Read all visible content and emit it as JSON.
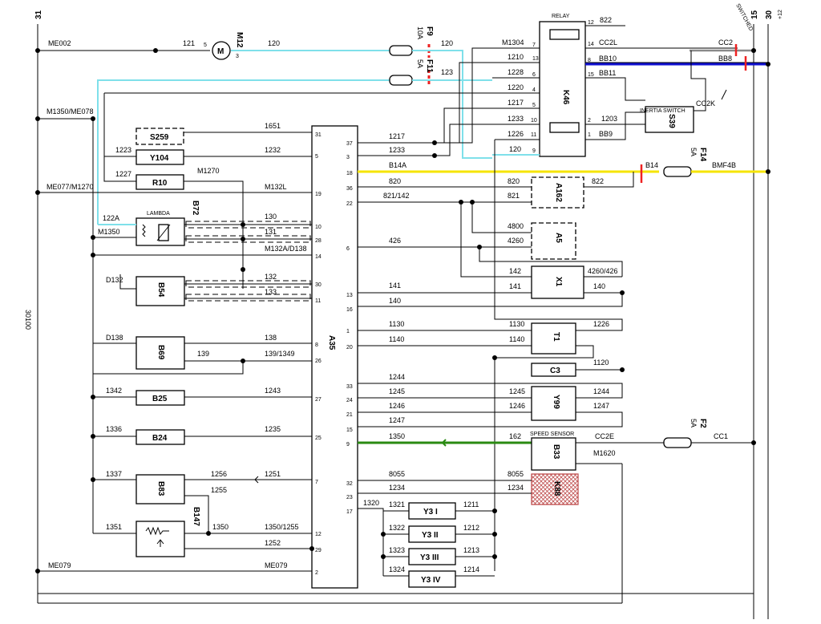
{
  "colors": {
    "cyan": "#7fe0ea",
    "blue": "#1010d0",
    "yellow": "#f5e400",
    "green": "#2a8a12",
    "red": "#ee2222",
    "grey": "#8a8a8a",
    "hatch": "#c05050"
  },
  "rails": {
    "left": "31",
    "r15": "15",
    "r15_sub": "SWITCHED",
    "r30": "30",
    "r30_sub": "+12",
    "left_vertical": "30100"
  },
  "components": {
    "M12": "M12",
    "M12_symbol": "M",
    "F9": "F9",
    "F9_rating": "10A",
    "F11": "F11",
    "F11_rating": "5A",
    "F14": "F14",
    "F14_rating": "5A",
    "F2": "F2",
    "F2_rating": "5A",
    "RELAY": "RELAY",
    "K46": "K46",
    "S39": "S39",
    "S39_title": "INERTIA SWITCH",
    "A35": "A35",
    "A162": "A162",
    "A5": "A5",
    "X1": "X1",
    "T1": "T1",
    "C3": "C3",
    "Y99": "Y99",
    "B33": "B33",
    "B33_title": "SPEED SENSOR",
    "K88": "K88",
    "S259": "S259",
    "Y104": "Y104",
    "R10": "R10",
    "B72": "B72",
    "LAMBDA": "LAMBDA",
    "B54": "B54",
    "B69": "B69",
    "B25": "B25",
    "B24": "B24",
    "B83": "B83",
    "B147": "B147",
    "Y3_I": "Y3 I",
    "Y3_II": "Y3 II",
    "Y3_III": "Y3 III",
    "Y3_IV": "Y3 IV"
  },
  "wires": {
    "ME002": "ME002",
    "w121": "121",
    "w120a": "120",
    "w120b": "120",
    "w123": "123",
    "M1304": "M1304",
    "w1210": "1210",
    "w1228": "1228",
    "w1220": "1220",
    "w1217r": "1217",
    "w1233r": "1233",
    "w1226": "1226",
    "w120c": "120",
    "w822a": "822",
    "CC2L": "CC2L",
    "BB10": "BB10",
    "BB11": "BB11",
    "w1203": "1203",
    "BB9": "BB9",
    "CC2": "CC2",
    "BB8": "BB8",
    "CC2K": "CC2K",
    "M1350ME078": "M1350/ME078",
    "w1651": "1651",
    "w1223": "1223",
    "w1232": "1232",
    "w1227": "1227",
    "M1270": "M1270",
    "ME077M1270": "ME077/M1270",
    "M132L": "M132L",
    "w122A": "122A",
    "M1350": "M1350",
    "w130": "130",
    "w131": "131",
    "M132AD138": "M132A/D138",
    "D132": "D132",
    "w132": "132",
    "w133": "133",
    "D138": "D138",
    "w138": "138",
    "w139": "139",
    "w139_1349": "139/1349",
    "w1342": "1342",
    "w1243": "1243",
    "w1336": "1336",
    "w1235": "1235",
    "w1337": "1337",
    "w1256": "1256",
    "w1255": "1255",
    "w1251": "1251",
    "w1351": "1351",
    "w1350b": "1350",
    "w1350_1255": "1350/1255",
    "w1252": "1252",
    "ME079a": "ME079",
    "ME079b": "ME079",
    "w1217": "1217",
    "w1233": "1233",
    "B14A": "B14A",
    "w820": "820",
    "w821_142": "821/142",
    "w426": "426",
    "w141": "141",
    "w140": "140",
    "w1130": "1130",
    "w1140": "1140",
    "w1244": "1244",
    "w1245": "1245",
    "w1246": "1246",
    "w1247": "1247",
    "w1350": "1350",
    "w8055": "8055",
    "w1234": "1234",
    "w1320": "1320",
    "w820b": "820",
    "w821": "821",
    "w822b": "822",
    "B14": "B14",
    "BMF4B": "BMF4B",
    "w4800": "4800",
    "w4260": "4260",
    "w142": "142",
    "w4260_426": "4260/426",
    "w141b": "141",
    "w140b": "140",
    "w1130b": "1130",
    "w1140b": "1140",
    "w1226b": "1226",
    "w1120": "1120",
    "w1245b": "1245",
    "w1246b": "1246",
    "w1244b": "1244",
    "w1247b": "1247",
    "w162": "162",
    "CC2E": "CC2E",
    "M1620": "M1620",
    "CC1": "CC1",
    "w8055b": "8055",
    "w1234b": "1234",
    "w1321": "1321",
    "w1322": "1322",
    "w1323": "1323",
    "w1324": "1324",
    "w1211": "1211",
    "w1212": "1212",
    "w1213": "1213",
    "w1214": "1214"
  },
  "pins": {
    "p31": "31",
    "p5": "5",
    "p10": "10",
    "p37": "37",
    "p3a": "3",
    "p18": "18",
    "p36": "36",
    "p22": "22",
    "p6": "6",
    "p13": "13",
    "p16": "16",
    "p1": "1",
    "p20": "20",
    "p33": "33",
    "p24": "24",
    "p21": "21",
    "p15": "15",
    "p9": "9",
    "p32": "32",
    "p23": "23",
    "p17": "17",
    "p3b": "3",
    "p5b": "5",
    "p19": "19",
    "p10b": "10",
    "p28": "28",
    "p14": "14",
    "p30": "30",
    "p11": "11",
    "p8": "8",
    "p26": "26",
    "p27": "27",
    "p25": "25",
    "p7": "7",
    "p12": "12",
    "p29": "29",
    "p2": "2",
    "r7": "7",
    "r13": "13",
    "r6": "6",
    "r4": "4",
    "r5": "5",
    "r10": "10",
    "r11": "11",
    "r9": "9",
    "r12": "12",
    "r14": "14",
    "r8": "8",
    "r15": "15",
    "r2": "2",
    "r1": "1"
  }
}
